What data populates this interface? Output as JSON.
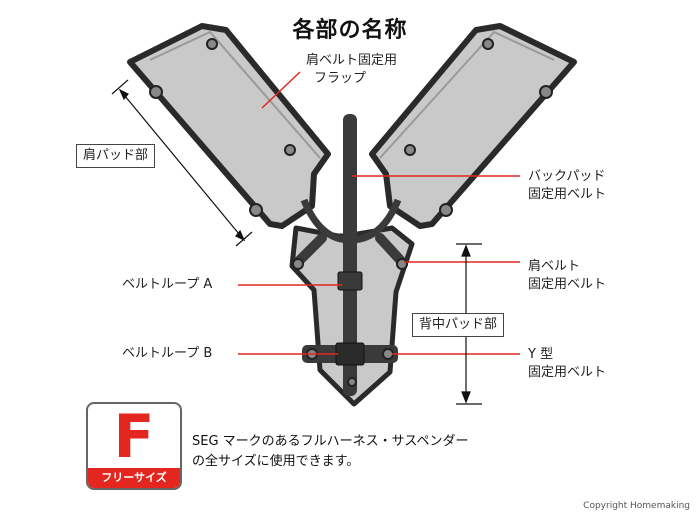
{
  "title": "各部の名称",
  "labels": {
    "shoulder_belt_flap_line1": "肩ベルト固定用",
    "shoulder_belt_flap_line2": "フラップ",
    "shoulder_pad": "肩パッド部",
    "back_pad_belt_line1": "バックパッド",
    "back_pad_belt_line2": "固定用ベルト",
    "belt_loop_a": "ベルトループ A",
    "shoulder_belt_line1": "肩ベルト",
    "shoulder_belt_line2": "固定用ベルト",
    "back_pad": "背中パッド部",
    "belt_loop_b": "ベルトループ B",
    "y_belt_line1": "Y 型",
    "y_belt_line2": "固定用ベルト"
  },
  "badge": {
    "letter": "F",
    "band": "フリーサイズ"
  },
  "note": {
    "line1": "SEG マークのあるフルハーネス・サスペンダー",
    "line2": "の全サイズに使用できます。"
  },
  "copyright": "Copyright Homemaking",
  "colors": {
    "pad_fill": "#c9c9c9",
    "outline": "#2a2a2a",
    "strap": "#3a3a3a",
    "leader_red": "#e3261f",
    "badge_red": "#e3261f"
  }
}
